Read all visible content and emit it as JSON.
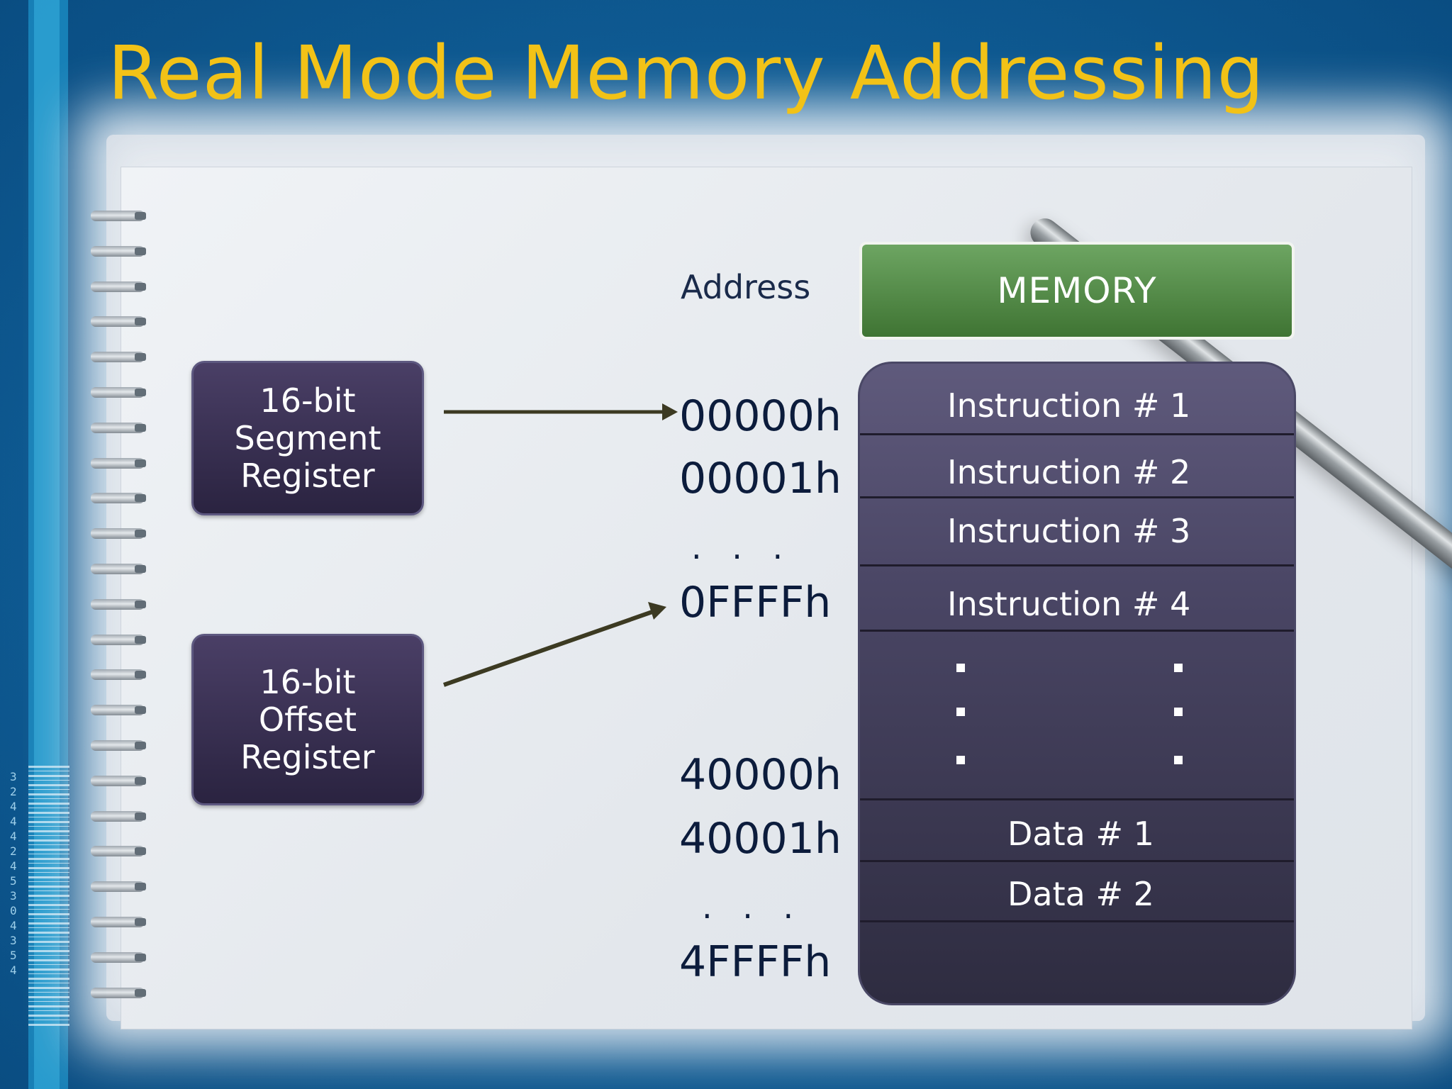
{
  "title": "Real Mode Memory Addressing",
  "registers": {
    "segment": [
      "16-bit",
      "Segment",
      "Register"
    ],
    "offset": [
      "16-bit",
      "Offset",
      "Register"
    ]
  },
  "address_header": "Address",
  "addresses": [
    "00000h",
    "00001h",
    "0FFFFh",
    "40000h",
    "40001h",
    "4FFFFh"
  ],
  "ellipsis": ". . .",
  "memory": {
    "header": "MEMORY",
    "instructions": [
      "Instruction # 1",
      "Instruction # 2",
      "Instruction # 3",
      "Instruction # 4"
    ],
    "data": [
      "Data # 1",
      "Data # 2"
    ]
  },
  "barcode_digits": "3244424530435 4",
  "colors": {
    "title": "#f2c217",
    "arrow": "#3c3a22",
    "memory_header": "#4e8a42",
    "register_box": "#2f2848"
  }
}
